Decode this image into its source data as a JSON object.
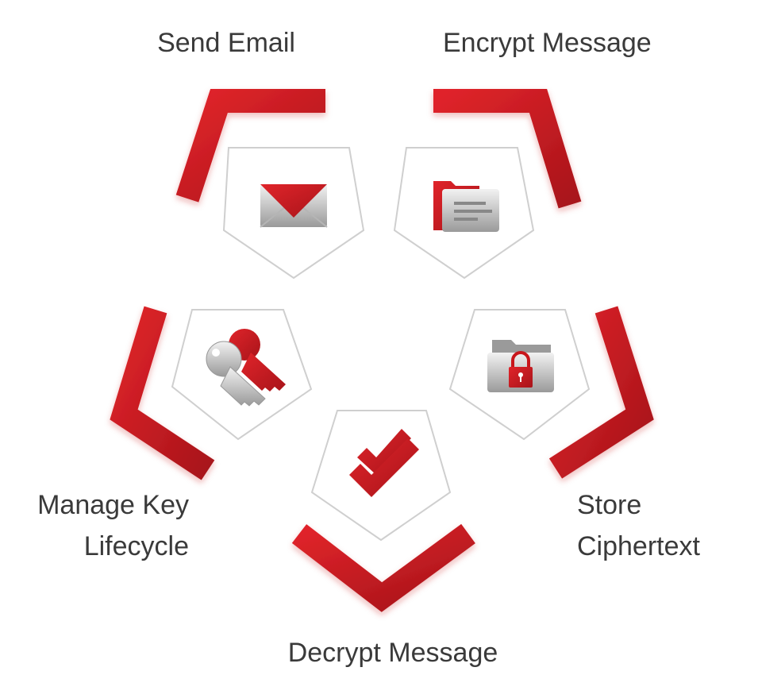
{
  "accent_color": "#c8161b",
  "nodes": [
    {
      "id": "send-email",
      "label_lines": [
        "Send Email"
      ],
      "icon": "envelope-icon"
    },
    {
      "id": "encrypt-message",
      "label_lines": [
        "Encrypt Message"
      ],
      "icon": "folder-document-icon"
    },
    {
      "id": "store-ciphertext",
      "label_lines": [
        "Store",
        "Ciphertext"
      ],
      "icon": "locked-folder-icon"
    },
    {
      "id": "decrypt-message",
      "label_lines": [
        "Decrypt Message"
      ],
      "icon": "double-check-icon"
    },
    {
      "id": "manage-key-lifecycle",
      "label_lines": [
        "Manage Key",
        "Lifecycle"
      ],
      "icon": "keys-icon"
    }
  ]
}
